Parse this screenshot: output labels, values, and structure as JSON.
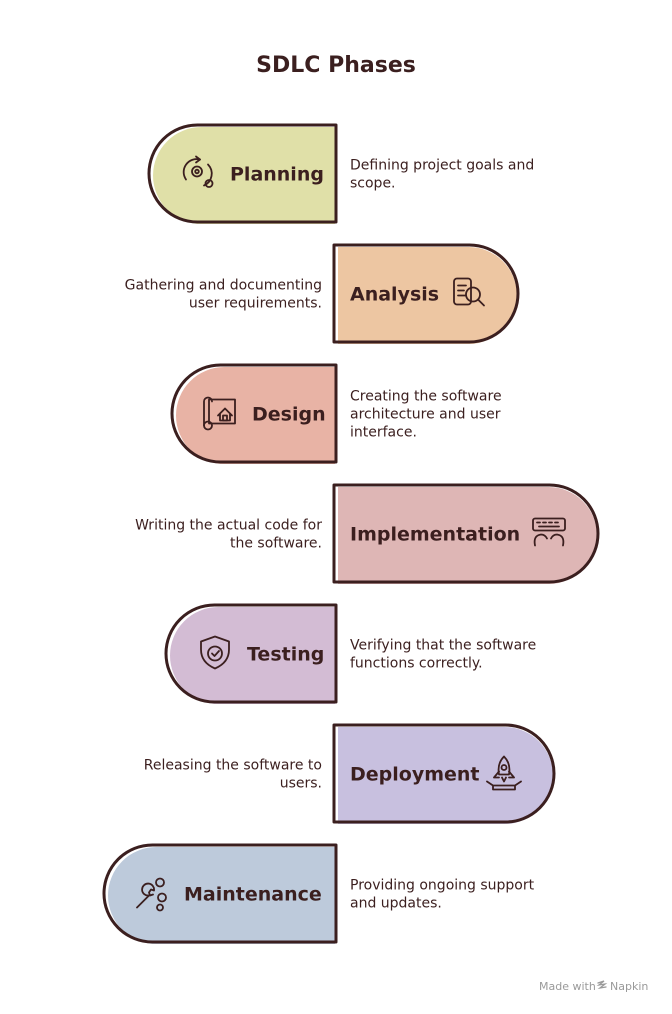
{
  "title": "SDLC Phases",
  "phases": [
    {
      "label": "Planning",
      "description_lines": [
        "Defining project goals and",
        "scope."
      ],
      "icon": "gear-cycle-icon",
      "color": "#e0e0a8"
    },
    {
      "label": "Analysis",
      "description_lines": [
        "Gathering and documenting",
        "user requirements."
      ],
      "icon": "document-search-icon",
      "color": "#edc6a2"
    },
    {
      "label": "Design",
      "description_lines": [
        "Creating the software",
        "architecture and user",
        "interface."
      ],
      "icon": "blueprint-house-icon",
      "color": "#e8b3a5"
    },
    {
      "label": "Implementation",
      "description_lines": [
        "Writing the actual code for",
        "the software."
      ],
      "icon": "hands-keyboard-icon",
      "color": "#deb6b5"
    },
    {
      "label": "Testing",
      "description_lines": [
        "Verifying that the software",
        "functions correctly."
      ],
      "icon": "shield-check-icon",
      "color": "#d3bcd4"
    },
    {
      "label": "Deployment",
      "description_lines": [
        "Releasing the software to",
        "users."
      ],
      "icon": "rocket-launch-icon",
      "color": "#c8c0df"
    },
    {
      "label": "Maintenance",
      "description_lines": [
        "Providing ongoing support",
        "and updates."
      ],
      "icon": "wrench-gears-icon",
      "color": "#bdcadb"
    }
  ],
  "footer": {
    "made_with": "Made with",
    "brand": "Napkin"
  }
}
